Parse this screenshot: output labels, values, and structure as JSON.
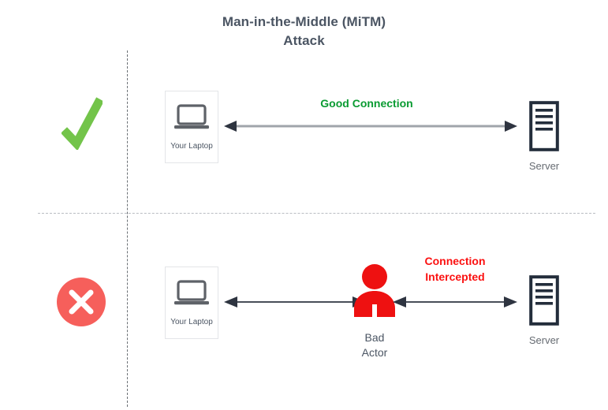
{
  "diagram": {
    "title_line1": "Man-in-the-Middle (MiTM)",
    "title_line2": "Attack",
    "colors": {
      "title": "#4b5563",
      "good": "#0a9b32",
      "bad": "#fb1111",
      "check": "#73c44a",
      "x_badge": "#f65f5b",
      "actor": "#ee1111",
      "server": "#232d3b",
      "laptop": "#5e6268",
      "arrow_line_good": "#a0a5ab",
      "arrow_line_bad": "#2e3440",
      "arrow_head": "#2e3440",
      "divider_vertical": "#6b7075",
      "divider_horizontal": "#b9bdc2"
    }
  },
  "scenarios": [
    {
      "id": "good",
      "status_icon": "green-check-icon",
      "laptop_label": "Your Laptop",
      "connection_caption_line1": "Good Connection",
      "connection_caption_line2": "",
      "server_label": "Server"
    },
    {
      "id": "intercepted",
      "status_icon": "red-x-circle-icon",
      "laptop_label": "Your Laptop",
      "connection_caption_line1": "Connection",
      "connection_caption_line2": "Intercepted",
      "actor_label_line1": "Bad",
      "actor_label_line2": "Actor",
      "server_label": "Server"
    }
  ]
}
